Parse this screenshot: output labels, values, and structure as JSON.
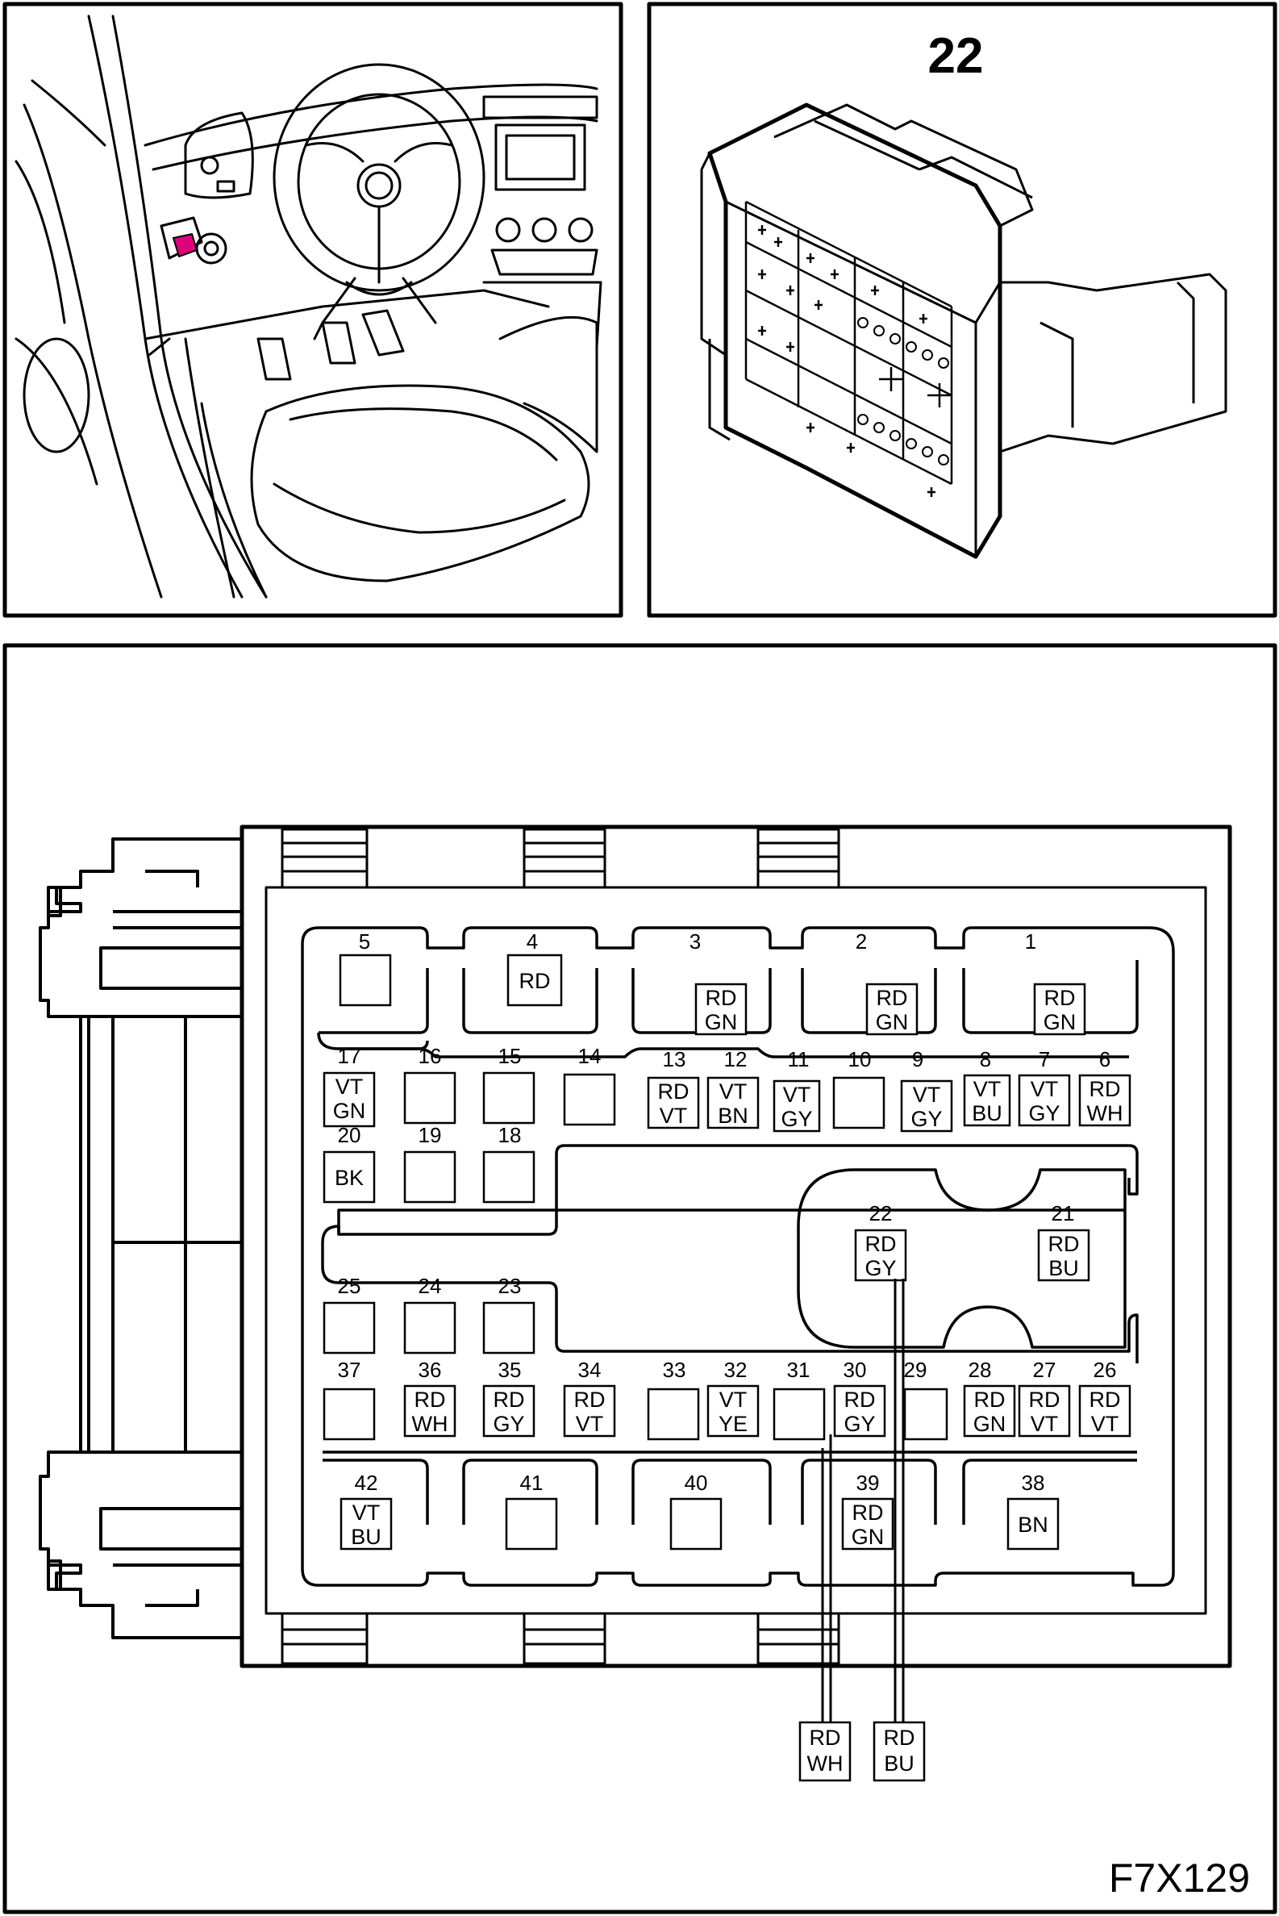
{
  "location_panel": {},
  "connector_panel": {
    "title": "22"
  },
  "figure_ref": "F7X129",
  "pins": [
    {
      "n": "1",
      "code": [
        "RD",
        "GN"
      ]
    },
    {
      "n": "2",
      "code": [
        "RD",
        "GN"
      ]
    },
    {
      "n": "3",
      "code": [
        "RD",
        "GN"
      ]
    },
    {
      "n": "4",
      "code": [
        "RD"
      ]
    },
    {
      "n": "5",
      "code": []
    },
    {
      "n": "6",
      "code": [
        "RD",
        "WH"
      ]
    },
    {
      "n": "7",
      "code": [
        "VT",
        "GY"
      ]
    },
    {
      "n": "8",
      "code": [
        "VT",
        "BU"
      ]
    },
    {
      "n": "9",
      "code": [
        "VT",
        "GY"
      ]
    },
    {
      "n": "10",
      "code": []
    },
    {
      "n": "11",
      "code": [
        "VT",
        "GY"
      ]
    },
    {
      "n": "12",
      "code": [
        "VT",
        "BN"
      ]
    },
    {
      "n": "13",
      "code": [
        "RD",
        "VT"
      ]
    },
    {
      "n": "14",
      "code": []
    },
    {
      "n": "15",
      "code": []
    },
    {
      "n": "16",
      "code": []
    },
    {
      "n": "17",
      "code": [
        "VT",
        "GN"
      ]
    },
    {
      "n": "18",
      "code": []
    },
    {
      "n": "19",
      "code": []
    },
    {
      "n": "20",
      "code": [
        "BK"
      ]
    },
    {
      "n": "21",
      "code": [
        "RD",
        "BU"
      ]
    },
    {
      "n": "22",
      "code": [
        "RD",
        "GY"
      ]
    },
    {
      "n": "23",
      "code": []
    },
    {
      "n": "24",
      "code": []
    },
    {
      "n": "25",
      "code": []
    },
    {
      "n": "26",
      "code": [
        "RD",
        "VT"
      ]
    },
    {
      "n": "27",
      "code": [
        "RD",
        "VT"
      ]
    },
    {
      "n": "28",
      "code": [
        "RD",
        "GN"
      ]
    },
    {
      "n": "29",
      "code": []
    },
    {
      "n": "30",
      "code": [
        "RD",
        "GY"
      ]
    },
    {
      "n": "31",
      "code": []
    },
    {
      "n": "32",
      "code": [
        "VT",
        "YE"
      ]
    },
    {
      "n": "33",
      "code": []
    },
    {
      "n": "34",
      "code": [
        "RD",
        "VT"
      ]
    },
    {
      "n": "35",
      "code": [
        "RD",
        "GY"
      ]
    },
    {
      "n": "36",
      "code": [
        "RD",
        "WH"
      ]
    },
    {
      "n": "37",
      "code": []
    },
    {
      "n": "38",
      "code": [
        "BN"
      ]
    },
    {
      "n": "39",
      "code": [
        "RD",
        "GN"
      ]
    },
    {
      "n": "40",
      "code": []
    },
    {
      "n": "41",
      "code": []
    },
    {
      "n": "42",
      "code": [
        "VT",
        "BU"
      ]
    }
  ],
  "splices": [
    {
      "id": "wh",
      "code": [
        "RD",
        "WH"
      ]
    },
    {
      "id": "bu",
      "code": [
        "RD",
        "BU"
      ]
    }
  ],
  "colors": {
    "line": "#000000",
    "highlight": "#e0007a",
    "background": "#ffffff"
  }
}
